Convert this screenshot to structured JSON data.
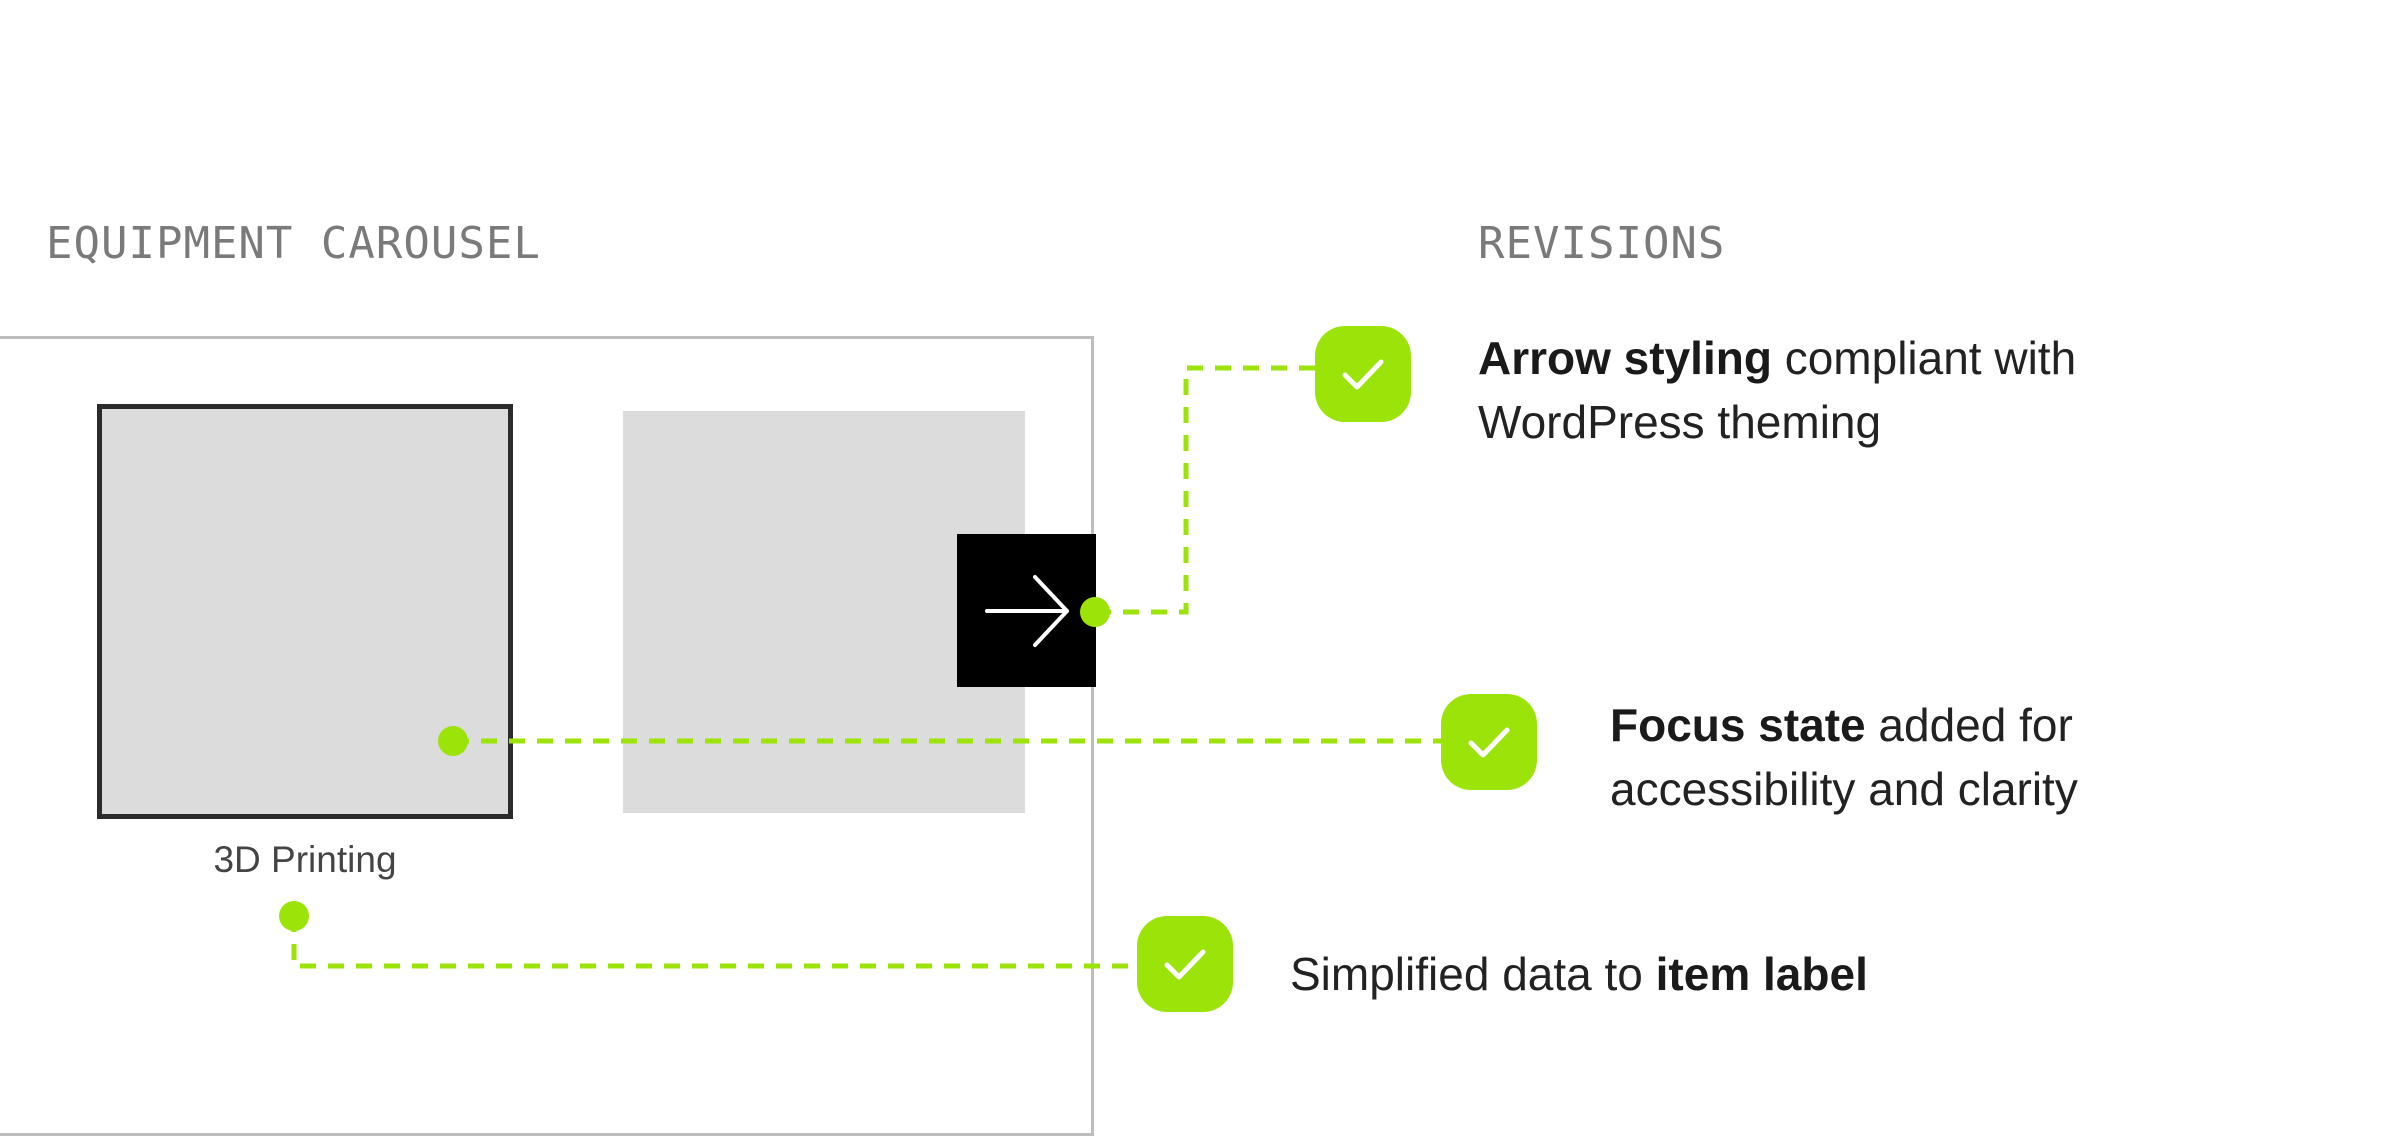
{
  "headings": {
    "carousel": "EQUIPMENT CAROUSEL",
    "revisions": "REVISIONS"
  },
  "carousel": {
    "item_label": "3D Printing",
    "next_arrow_icon": "arrow-right-icon"
  },
  "revisions": [
    {
      "bold": "Arrow styling",
      "rest": " compliant with WordPress theming"
    },
    {
      "bold": "Focus state",
      "rest": " added for accessibility and clarity"
    },
    {
      "plain": "Simplified data to ",
      "bold": "item label"
    }
  ],
  "colors": {
    "accent": "#9be309",
    "heading": "#7a7a7a",
    "card": "#dcdcdc",
    "arrow_bg": "#000000"
  },
  "icons": [
    "check-icon",
    "arrow-right-icon"
  ]
}
